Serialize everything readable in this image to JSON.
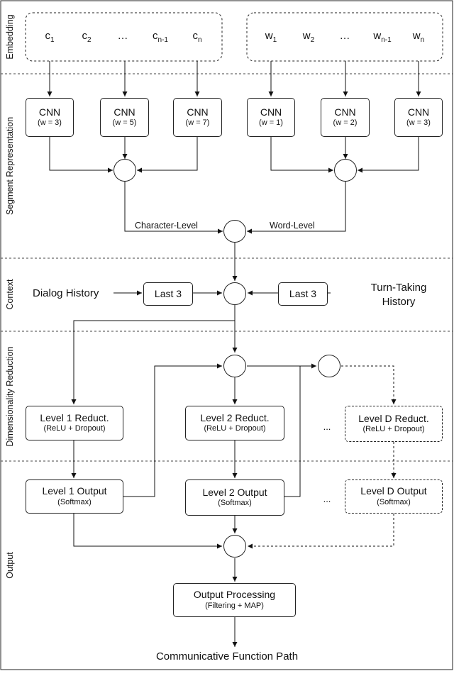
{
  "sections": {
    "embedding": "Embedding",
    "segment_representation": "Segment Representation",
    "context": "Context",
    "dimensionality_reduction": "Dimensionality Reduction",
    "output": "Output"
  },
  "embedding": {
    "char_tokens": [
      {
        "base": "c",
        "sub": "1"
      },
      {
        "base": "c",
        "sub": "2"
      },
      {
        "base": "…",
        "sub": ""
      },
      {
        "base": "c",
        "sub": "n-1"
      },
      {
        "base": "c",
        "sub": "n"
      }
    ],
    "word_tokens": [
      {
        "base": "w",
        "sub": "1"
      },
      {
        "base": "w",
        "sub": "2"
      },
      {
        "base": "…",
        "sub": ""
      },
      {
        "base": "w",
        "sub": "n-1"
      },
      {
        "base": "w",
        "sub": "n"
      }
    ]
  },
  "cnn": {
    "char": [
      {
        "title": "CNN",
        "param": "(w = 3)"
      },
      {
        "title": "CNN",
        "param": "(w = 5)"
      },
      {
        "title": "CNN",
        "param": "(w = 7)"
      }
    ],
    "word": [
      {
        "title": "CNN",
        "param": "(w = 1)"
      },
      {
        "title": "CNN",
        "param": "(w = 2)"
      },
      {
        "title": "CNN",
        "param": "(w = 3)"
      }
    ]
  },
  "labels": {
    "character_level": "Character-Level",
    "word_level": "Word-Level"
  },
  "context": {
    "dialog_history": "Dialog History",
    "turn_taking_line1": "Turn-Taking",
    "turn_taking_line2": "History",
    "last_left": "Last 3",
    "last_right": "Last 3"
  },
  "reduction": {
    "level1": {
      "title": "Level 1 Reduct.",
      "sub": "(ReLU + Dropout)"
    },
    "level2": {
      "title": "Level 2 Reduct.",
      "sub": "(ReLU + Dropout)"
    },
    "levelD": {
      "title": "Level D Reduct.",
      "sub": "(ReLU + Dropout)"
    },
    "ellipsis": "..."
  },
  "outputs": {
    "level1": {
      "title": "Level 1 Output",
      "sub": "(Softmax)"
    },
    "level2": {
      "title": "Level 2 Output",
      "sub": "(Softmax)"
    },
    "levelD": {
      "title": "Level D Output",
      "sub": "(Softmax)"
    },
    "ellipsis": "..."
  },
  "processing": {
    "title": "Output Processing",
    "sub": "(Filtering + MAP)"
  },
  "final_label": "Communicative Function Path"
}
